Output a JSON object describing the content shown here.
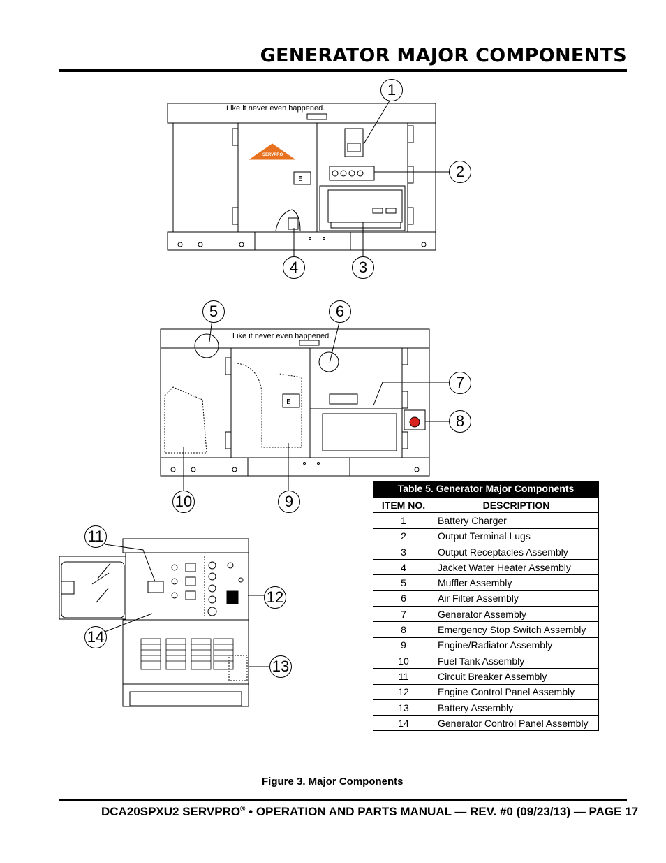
{
  "page": {
    "title": "GENERATOR MAJOR COMPONENTS",
    "figure_caption": "Figure 3. Major Components",
    "footer_model": "DCA20SPXU2 SERVPRO",
    "footer_reg": "®",
    "footer_rest": " • OPERATION AND PARTS MANUAL — REV. #0 (09/23/13) — PAGE 17"
  },
  "figure": {
    "slogan": "Like it never even happened.",
    "logo_text": "SERVPRO",
    "callouts": [
      "1",
      "2",
      "3",
      "4",
      "5",
      "6",
      "7",
      "8",
      "9",
      "10",
      "11",
      "12",
      "13",
      "14"
    ]
  },
  "table": {
    "caption": "Table 5. Generator Major Components",
    "headers": [
      "ITEM NO.",
      "DESCRIPTION"
    ],
    "rows": [
      {
        "item": "1",
        "description": "Battery Charger"
      },
      {
        "item": "2",
        "description": "Output Terminal Lugs"
      },
      {
        "item": "3",
        "description": "Output Receptacles Assembly"
      },
      {
        "item": "4",
        "description": "Jacket Water Heater Assembly"
      },
      {
        "item": "5",
        "description": "Muffler Assembly"
      },
      {
        "item": "6",
        "description": "Air Filter Assembly"
      },
      {
        "item": "7",
        "description": "Generator Assembly"
      },
      {
        "item": "8",
        "description": "Emergency Stop Switch Assembly"
      },
      {
        "item": "9",
        "description": "Engine/Radiator Assembly"
      },
      {
        "item": "10",
        "description": "Fuel Tank Assembly"
      },
      {
        "item": "11",
        "description": "Circuit Breaker Assembly"
      },
      {
        "item": "12",
        "description": "Engine Control Panel Assembly"
      },
      {
        "item": "13",
        "description": "Battery Assembly"
      },
      {
        "item": "14",
        "description": "Generator Control Panel Assembly"
      }
    ]
  },
  "colors": {
    "logo_orange": "#e8711f",
    "estop_red": "#d8241f"
  }
}
